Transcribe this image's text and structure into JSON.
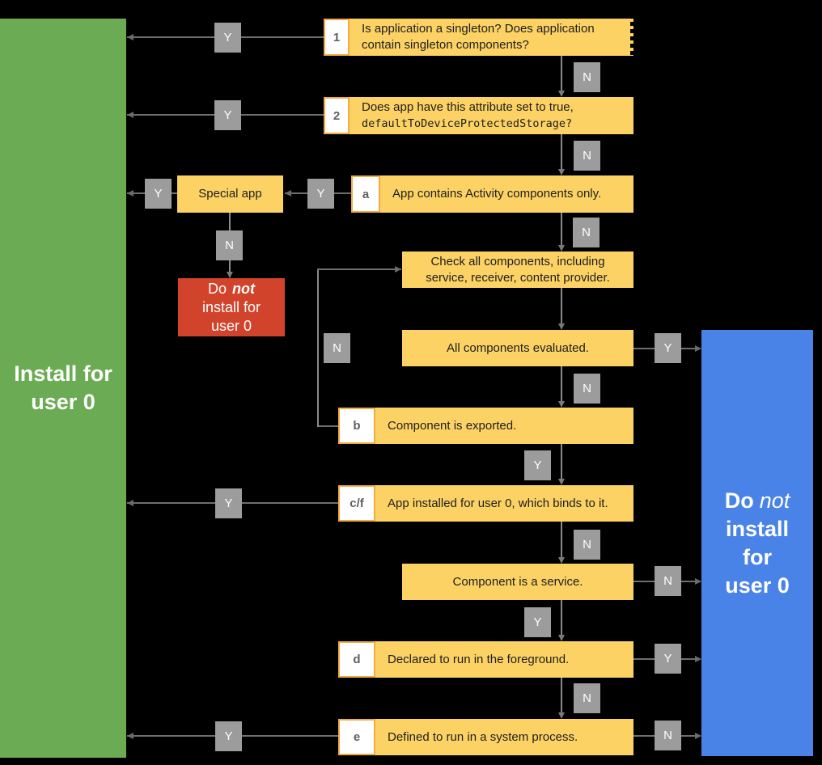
{
  "labels": {
    "yes": "Y",
    "no": "N"
  },
  "colors": {
    "background": "#000000",
    "node_fill": "#fcd265",
    "node_label_border": "#f2ac3d",
    "badge_gray": "#9c9c9c",
    "install_green": "#6bab53",
    "deny_blue": "#4a83e8",
    "deny_red": "#d2432b",
    "connector": "#6e6e6e"
  },
  "nodes": {
    "q1": {
      "label": "1",
      "text": "Is application a singleton? Does application contain singleton components?"
    },
    "q2": {
      "label": "2",
      "text": "Does app have this attribute set to true,",
      "code": "defaultToDeviceProtectedStorage?"
    },
    "special": {
      "text": "Special app"
    },
    "qa": {
      "label": "a",
      "text": "App contains Activity components only."
    },
    "check": {
      "text": "Check all components, including service, receiver, content provider."
    },
    "evaluated": {
      "text": "All components evaluated."
    },
    "qb": {
      "label": "b",
      "text": "Component is exported."
    },
    "qcf": {
      "label": "c/f",
      "text": "App installed for user 0, which binds to it."
    },
    "service": {
      "text": "Component is a service."
    },
    "qd": {
      "label": "d",
      "text": "Declared to run in the foreground."
    },
    "qe": {
      "label": "e",
      "text": "Defined to run in a system process."
    }
  },
  "outcomes": {
    "install": {
      "line1": "Install for",
      "line2": "user 0"
    },
    "deny": {
      "word_do": "Do",
      "word_not": "not",
      "line2": "install",
      "line3": "for",
      "line4": "user 0"
    },
    "deny_special": {
      "word_do": "Do",
      "word_not": "not",
      "line2": "install for",
      "line3": "user 0"
    }
  }
}
